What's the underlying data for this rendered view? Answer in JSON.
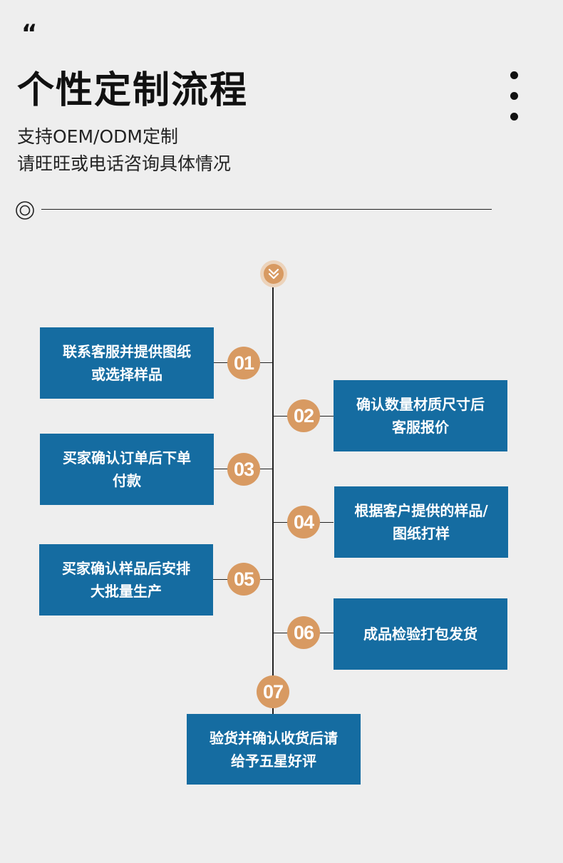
{
  "header": {
    "quote_mark": "“",
    "title": "个性定制流程",
    "subtitle_line1": "支持OEM/ODM定制",
    "subtitle_line2": "请旺旺或电话咨询具体情况"
  },
  "steps": [
    {
      "number": "01",
      "text": "联系客服并提供图纸或选择样品"
    },
    {
      "number": "02",
      "text": "确认数量材质尺寸后客服报价"
    },
    {
      "number": "03",
      "text": "买家确认订单后下单付款"
    },
    {
      "number": "04",
      "text": "根据客户提供的样品/图纸打样"
    },
    {
      "number": "05",
      "text": "买家确认样品后安排大批量生产"
    },
    {
      "number": "06",
      "text": "成品检验打包发货"
    },
    {
      "number": "07",
      "text": "验货并确认收货后请给予五星好评"
    }
  ],
  "colors": {
    "background": "#eeeeee",
    "box": "#156ca1",
    "badge": "#d89a62",
    "line": "#222222"
  },
  "icons": [
    "target-icon",
    "double-chevron-down-icon",
    "more-dots-icon"
  ]
}
